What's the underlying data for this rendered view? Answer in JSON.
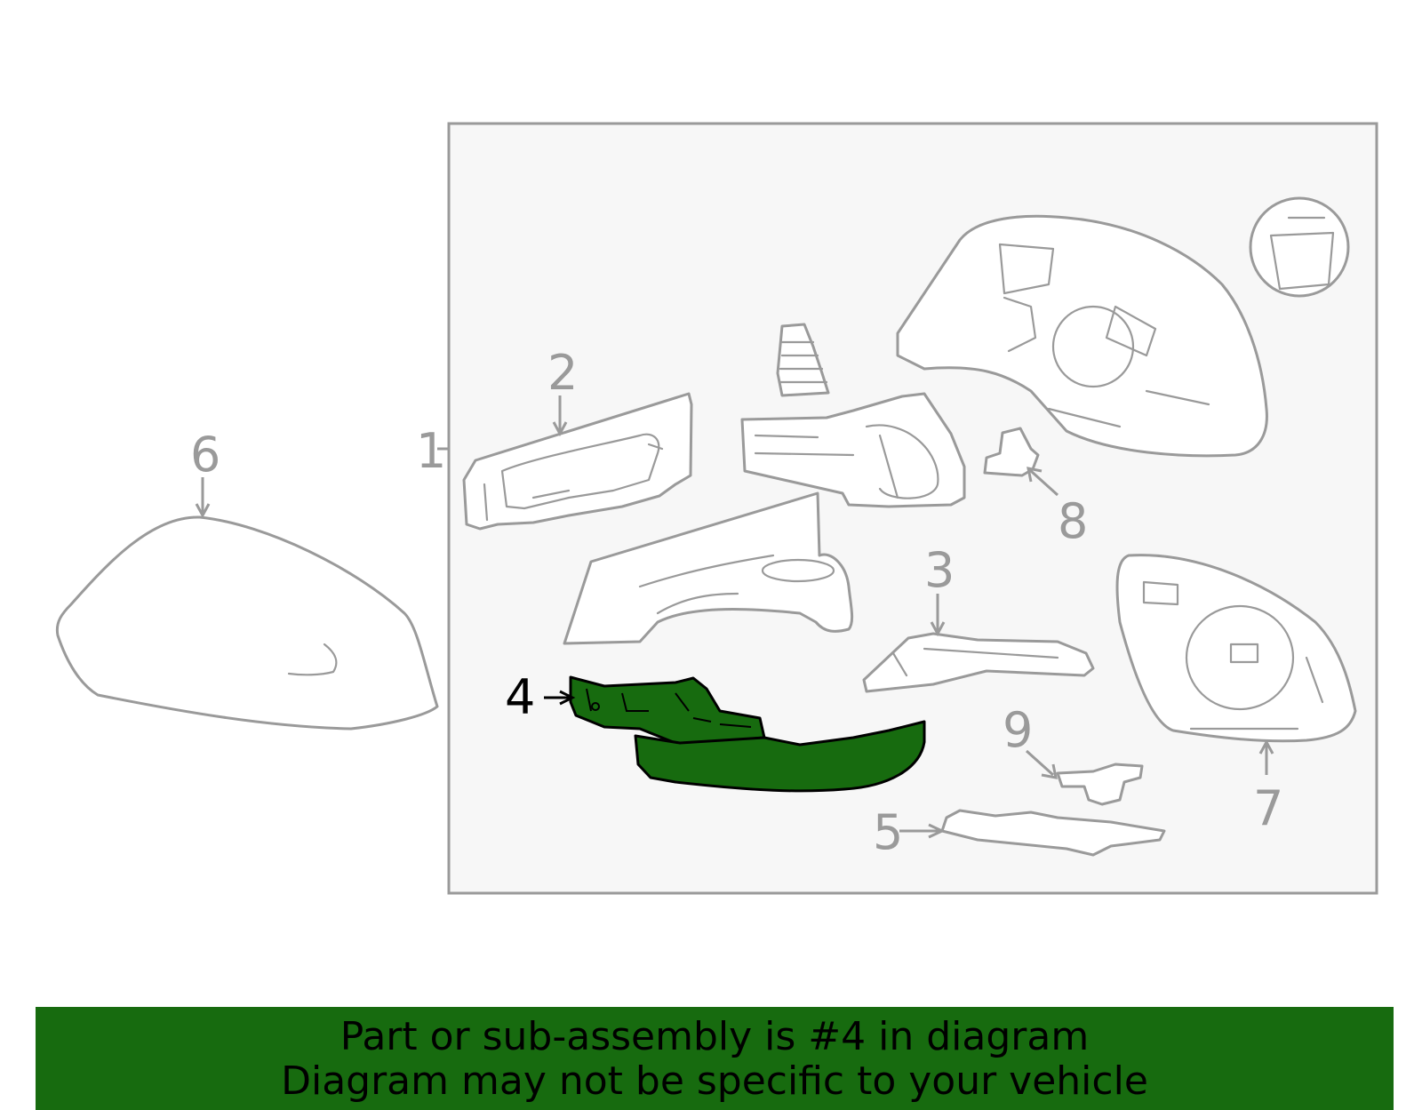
{
  "callouts": {
    "c1": "1",
    "c2": "2",
    "c3": "3",
    "c4": "4",
    "c5": "5",
    "c6": "6",
    "c7": "7",
    "c8": "8",
    "c9": "9"
  },
  "highlighted_part": "4",
  "colors": {
    "highlight": "#176b0f",
    "line": "#9a9a9a",
    "panel": "#f7f7f7"
  },
  "banner": {
    "line1": "Part or sub-assembly is #4 in diagram",
    "line2": "Diagram may not be specific to your vehicle"
  }
}
